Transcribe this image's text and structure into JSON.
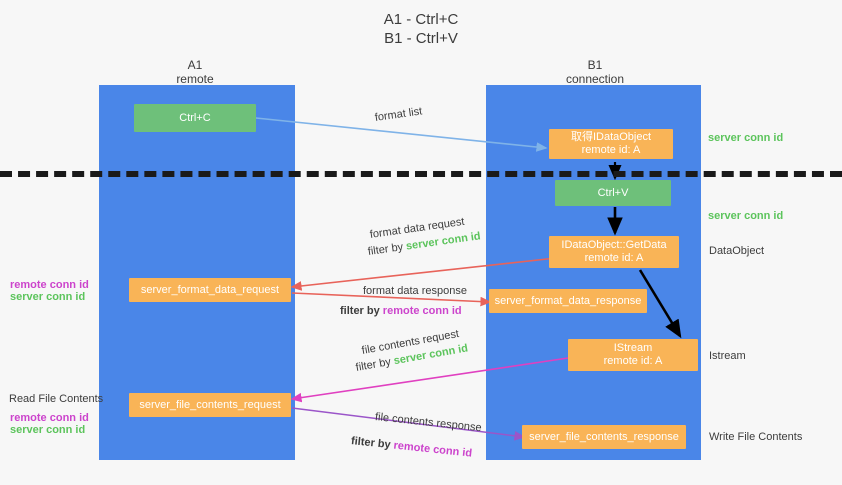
{
  "title": "A1 - Ctrl+C\nB1 - Ctrl+V",
  "colors": {
    "lane": "#4a86e8",
    "orange": "#f9b457",
    "green_box": "#6ec07a",
    "server_conn": "#5cc45c",
    "remote_conn": "#cc44cc",
    "text": "#3c3c3c",
    "background": "#f7f7f7",
    "divider": "#1a1a1a",
    "arrow_blue": "#7fb3e8",
    "arrow_red": "#e8635a",
    "arrow_magenta": "#e040c0",
    "arrow_purple": "#9b55c9",
    "arrow_black": "#000000"
  },
  "columns": {
    "left": {
      "name": "A1",
      "role": "remote",
      "header": "A1\nremote"
    },
    "right": {
      "name": "B1",
      "role": "connection",
      "header": "B1\nconnection"
    }
  },
  "boxes": {
    "ctrl_c": {
      "line1": "Ctrl+C",
      "line2": "",
      "kind": "green"
    },
    "ctrl_v": {
      "line1": "Ctrl+V",
      "line2": "",
      "kind": "green"
    },
    "idataobject_set": {
      "line1": "取得IDataObject",
      "line2": "remote id: A",
      "kind": "orange"
    },
    "idataobject_getdata": {
      "line1": "IDataObject::GetData",
      "line2": "remote id: A",
      "kind": "orange"
    },
    "istream": {
      "line1": "IStream",
      "line2": "remote id: A",
      "kind": "orange"
    },
    "server_format_data_request": {
      "line1": "server_format_data_request",
      "line2": "",
      "kind": "orange"
    },
    "server_format_data_response": {
      "line1": "server_format_data_response",
      "line2": "",
      "kind": "orange"
    },
    "server_file_contents_request": {
      "line1": "server_file_contents_request",
      "line2": "",
      "kind": "orange"
    },
    "server_file_contents_response": {
      "line1": "server_file_contents_response",
      "line2": "",
      "kind": "orange"
    }
  },
  "edge_labels": {
    "format_list": "format list",
    "format_data_request": "format data request",
    "format_data_response": "format data response",
    "file_contents_request": "file contents request",
    "file_contents_response": "file contents response",
    "filter_by": "filter by ",
    "server_conn_id": "server conn id",
    "remote_conn_id": "remote conn id"
  },
  "side_labels": {
    "right_server_conn_1": "server conn id",
    "right_server_conn_2": "server conn id",
    "right_dataobject": "DataObject",
    "right_istream": "Istream",
    "right_write_file_contents": "Write File Contents",
    "left_read_file_contents": "Read File Contents",
    "left_remote_conn_1": "remote conn id",
    "left_server_conn_1": "server conn id",
    "left_remote_conn_2": "remote conn id",
    "left_server_conn_2": "server conn id"
  }
}
